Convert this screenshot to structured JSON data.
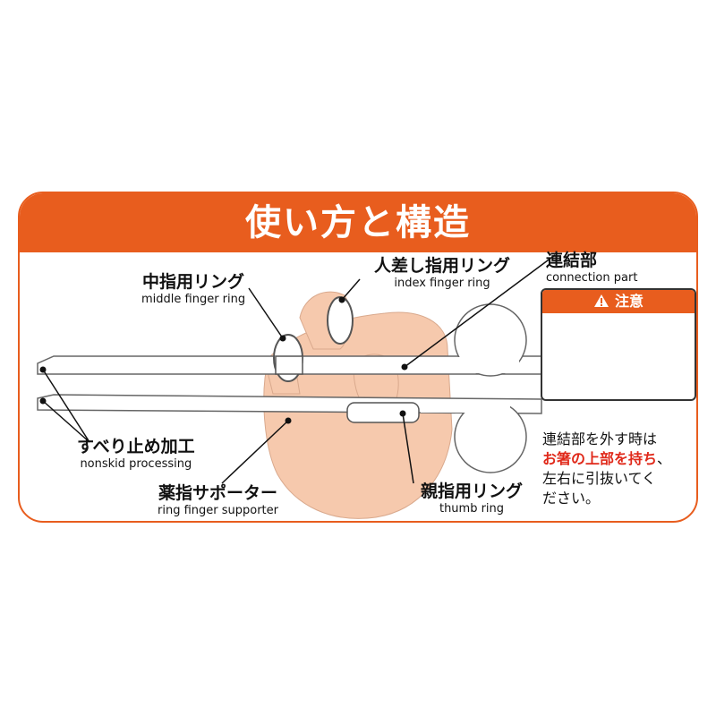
{
  "header": {
    "title": "使い方と構造"
  },
  "labels": {
    "middle_ring": {
      "jp": "中指用リング",
      "en": "middle finger ring"
    },
    "index_ring": {
      "jp": "人差し指用リング",
      "en": "index finger ring"
    },
    "connection": {
      "jp": "連結部",
      "en": "connection part"
    },
    "nonskid": {
      "jp": "すべり止め加工",
      "en": "nonskid processing"
    },
    "ring_support": {
      "jp": "薬指サポーター",
      "en": "ring finger supporter"
    },
    "thumb_ring": {
      "jp": "親指用リング",
      "en": "thumb ring"
    }
  },
  "caution": {
    "title": "注意",
    "line1": "連結部を外す時は",
    "line2_red": "お箸の上部を持ち",
    "line2_end": "、",
    "line3": "左右に引抜いてく",
    "line4": "ださい。"
  },
  "colors": {
    "accent": "#e85d1e",
    "skin": "#f6c9ad",
    "warn_text": "#e0291a"
  }
}
